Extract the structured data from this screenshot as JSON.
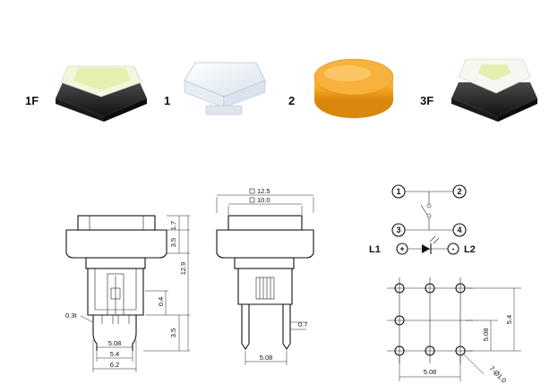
{
  "products": [
    {
      "id": "1F",
      "label": "1F"
    },
    {
      "id": "1",
      "label": "1"
    },
    {
      "id": "2",
      "label": "2"
    },
    {
      "id": "3F",
      "label": "3F"
    }
  ],
  "front_view": {
    "dims": {
      "h_cap": "1.7",
      "h_body": "3.5",
      "h_total": "12.9",
      "h_mid": "0.4",
      "h_pin": "3.5",
      "thickness": "0.3t",
      "w_508": "5.08",
      "w_54": "5.4",
      "w_62": "6.2"
    }
  },
  "side_view": {
    "dims": {
      "w_cap": "12.5",
      "w_top": "10.0",
      "w_pin": "0.7",
      "w_508": "5.08"
    }
  },
  "schematic": {
    "pins": [
      "1",
      "2",
      "3",
      "4"
    ],
    "led_left": "L1",
    "led_right": "L2",
    "plus": "+",
    "minus": "-"
  },
  "footprint": {
    "dims": {
      "v_508": "5.08",
      "v_54": "5.4",
      "h_508": "5.08",
      "hole": "7-Ø1.0"
    }
  },
  "colors": {
    "amber": "#f2a01d",
    "clear": "#eef3f8",
    "base": "#2a2a2a",
    "lens_green": "#e4efb0"
  }
}
